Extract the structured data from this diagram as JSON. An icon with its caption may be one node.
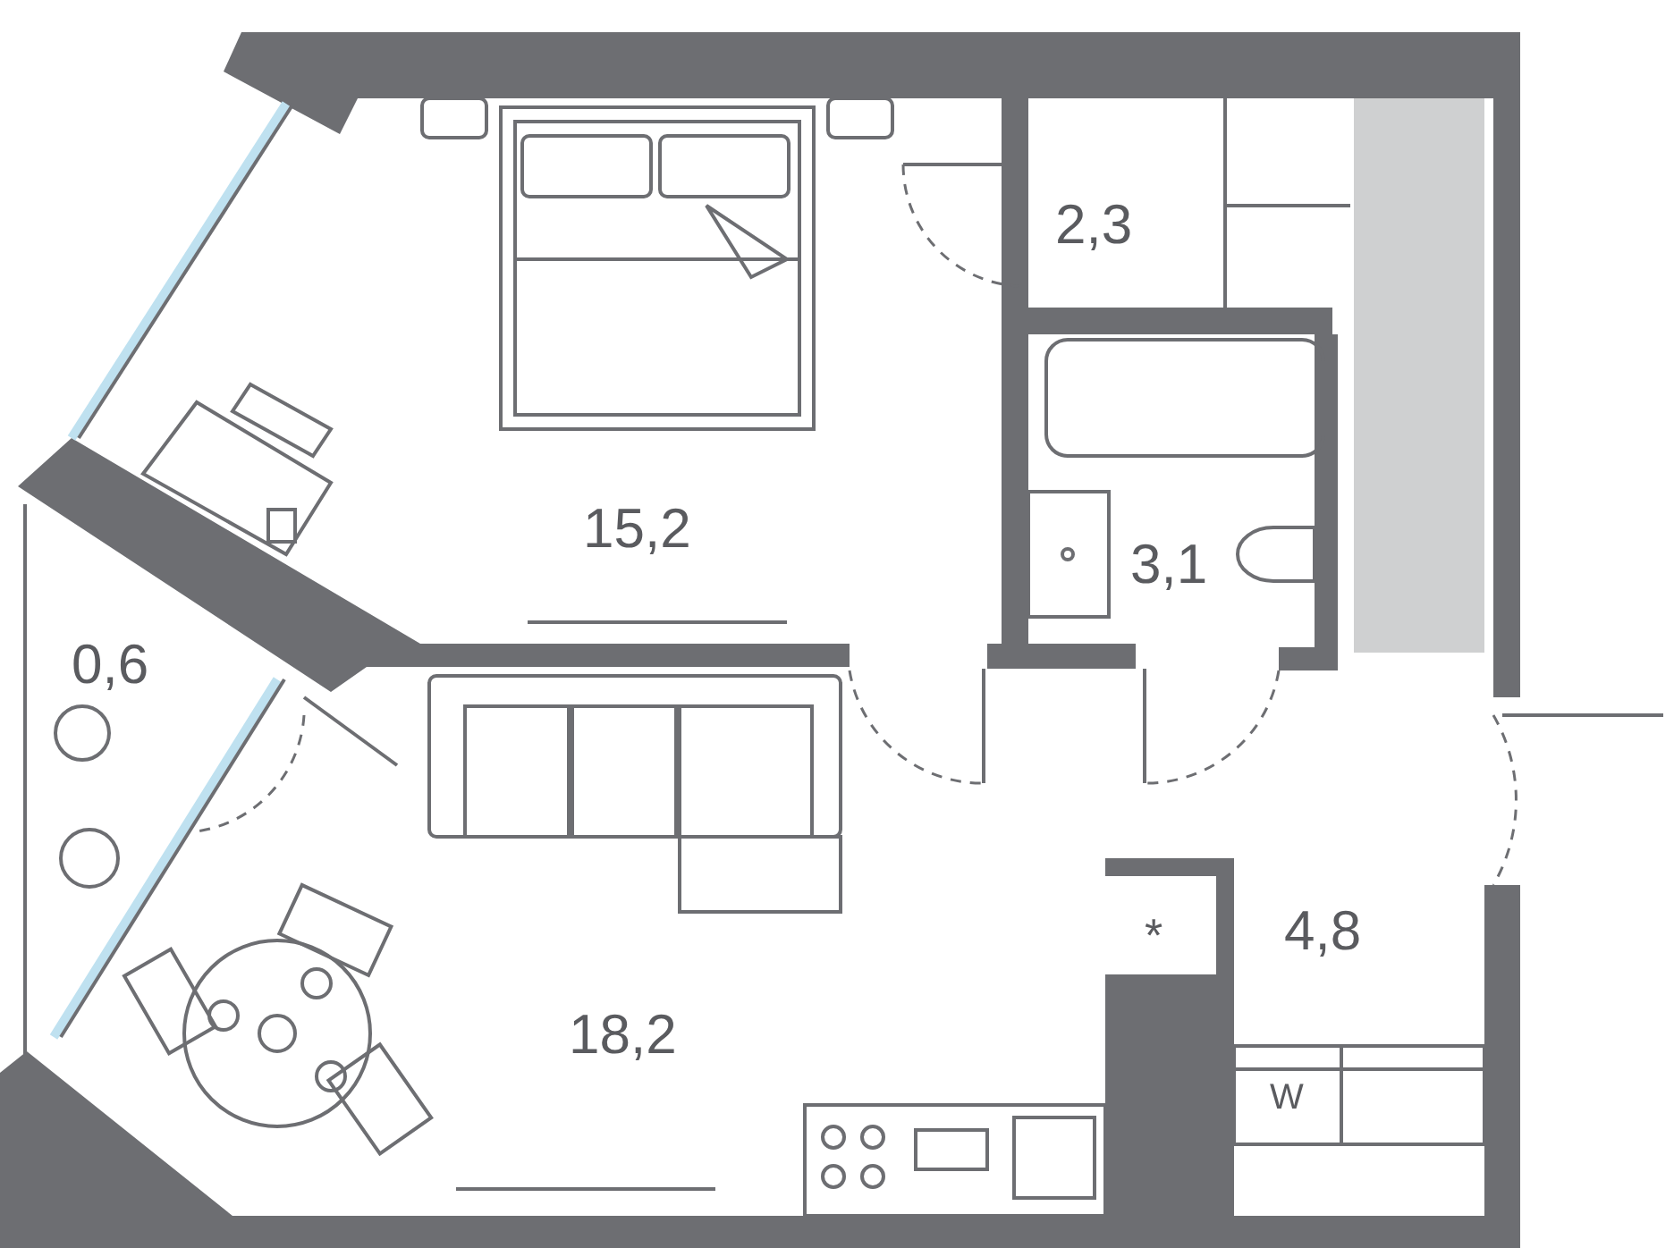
{
  "diagram": {
    "labels": [
      "2,3",
      "15,2",
      "3,1",
      "0,6",
      "4,8",
      "*",
      "18,2",
      "W"
    ]
  }
}
